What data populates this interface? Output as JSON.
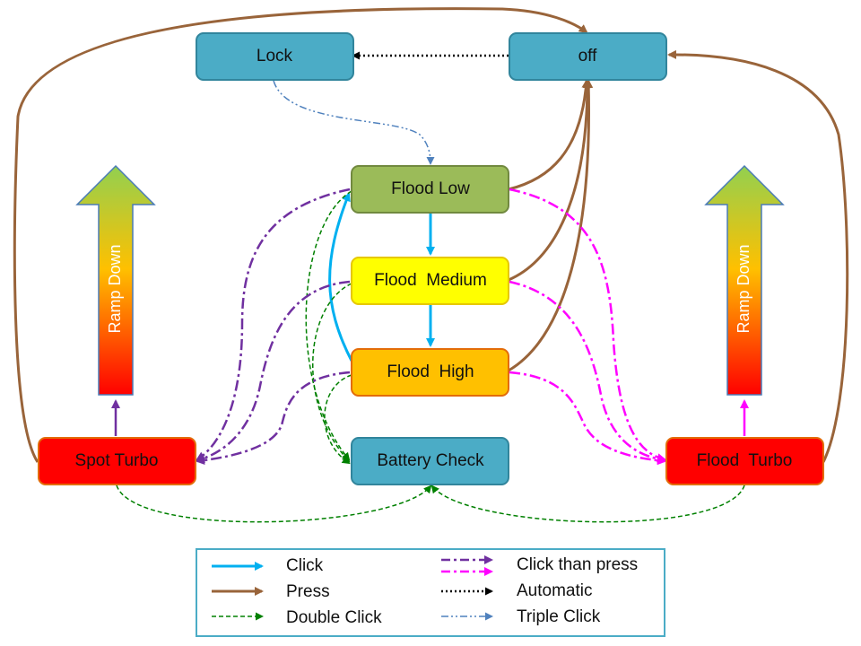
{
  "nodes": {
    "lock": "Lock",
    "off": "off",
    "flood_low": "Flood Low",
    "flood_medium": "Flood  Medium",
    "flood_high": "Flood  High",
    "battery_check": "Battery Check",
    "spot_turbo": "Spot Turbo",
    "flood_turbo": "Flood  Turbo"
  },
  "ramp": {
    "left_label": "Ramp Down",
    "right_label": "Ramp Down"
  },
  "legend": {
    "click": "Click",
    "press": "Press",
    "double_click": "Double Click",
    "click_than_press": "Click than press",
    "automatic": "Automatic",
    "triple_click": "Triple Click"
  },
  "colors": {
    "blue_box": "#4BACC6",
    "blue_box_border": "#31859C",
    "green_box": "#9BBB59",
    "green_box_border": "#71893F",
    "yellow_box": "#FFFF00",
    "yellow_box_border": "#E6C800",
    "orange_box": "#FFC000",
    "orange_box_border": "#E36C09",
    "red_box": "#FF0000",
    "red_box_border": "#E36C09",
    "click": "#00B0F0",
    "press": "#99643A",
    "double_click": "#008000",
    "click_than_press_purple": "#7030A0",
    "click_than_press_magenta": "#FF00FF",
    "automatic": "#000000",
    "triple_click": "#4F81BD"
  }
}
